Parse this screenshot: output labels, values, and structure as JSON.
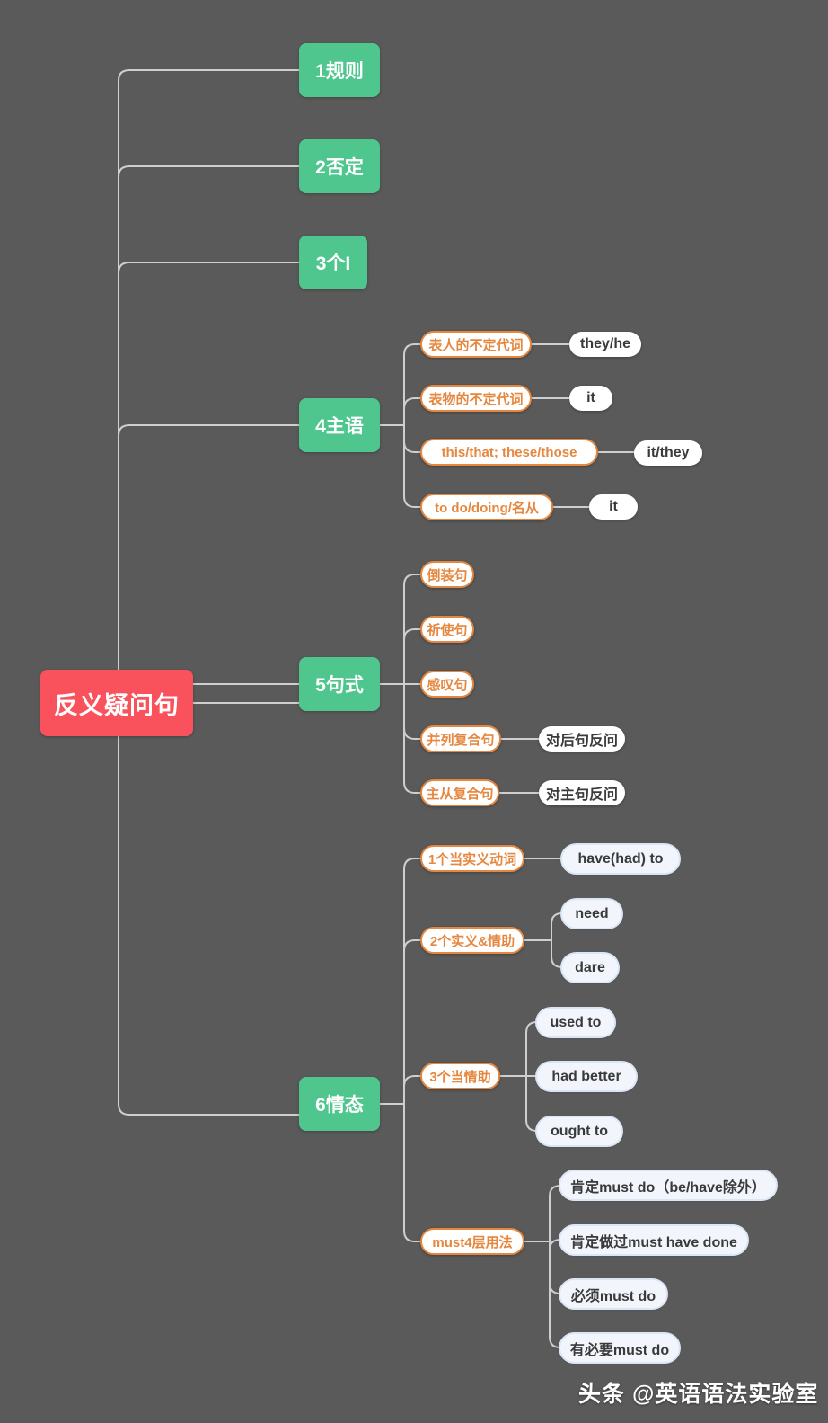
{
  "theme": {
    "background": "#5a5a5a",
    "root_color": "#fa525c",
    "branch_color": "#4fc68e",
    "sub_color": "#e5873f",
    "leaf_color": "#ffffff",
    "link_color": "#cfcfcf"
  },
  "root": {
    "label": "反义疑问句"
  },
  "branches": [
    {
      "label": "1规则",
      "children": []
    },
    {
      "label": "2否定",
      "children": []
    },
    {
      "label": "3个I",
      "children": []
    },
    {
      "label": "4主语",
      "children": [
        {
          "label": "表人的不定代词",
          "leaves": [
            "they/he"
          ]
        },
        {
          "label": "表物的不定代词",
          "leaves": [
            "it"
          ]
        },
        {
          "label": "this/that; these/those",
          "leaves": [
            "it/they"
          ]
        },
        {
          "label": "to do/doing/名从",
          "leaves": [
            "it"
          ]
        }
      ]
    },
    {
      "label": "5句式",
      "children": [
        {
          "label": "倒装句",
          "leaves": []
        },
        {
          "label": "祈使句",
          "leaves": []
        },
        {
          "label": "感叹句",
          "leaves": []
        },
        {
          "label": "并列复合句",
          "leaves": [
            "对后句反问"
          ]
        },
        {
          "label": "主从复合句",
          "leaves": [
            "对主句反问"
          ]
        }
      ]
    },
    {
      "label": "6情态",
      "children": [
        {
          "label": "1个当实义动词",
          "leaves": [
            "have(had)  to"
          ]
        },
        {
          "label": "2个实义&情助",
          "leaves": [
            "need",
            "dare"
          ]
        },
        {
          "label": "3个当情助",
          "leaves": [
            "used to",
            "had better",
            "ought to"
          ]
        },
        {
          "label": "must4层用法",
          "leaves": [
            "肯定must do（be/have除外）",
            "肯定做过must have done",
            "必须must do",
            "有必要must do"
          ]
        }
      ]
    }
  ],
  "watermark": {
    "text": "头条 @英语语法实验室"
  }
}
